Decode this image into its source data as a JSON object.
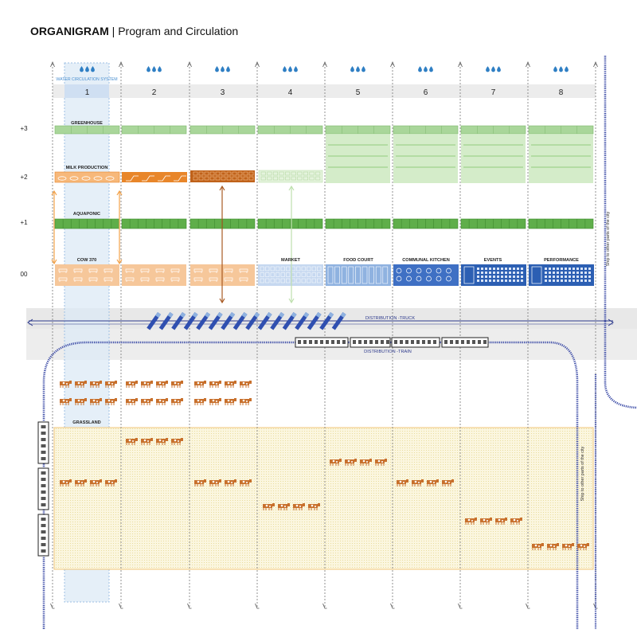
{
  "title": {
    "main": "ORGANIGRAM",
    "separator": "|",
    "sub": "Program and Circulation"
  },
  "water_system_label": "WATER CIRCULATION SYSTEM",
  "columns": [
    "1",
    "2",
    "3",
    "4",
    "5",
    "6",
    "7",
    "8"
  ],
  "levels": [
    "+3",
    "+2",
    "+1",
    "00"
  ],
  "programs": {
    "greenhouse": "GREENHOUSE",
    "milk_production": "MILK PRODUCTION",
    "aquaponic": "AQUAPONIC",
    "cow": "COW 370",
    "market": "MARKET",
    "food_court": "FOOD COURT",
    "communal_kitchen": "COMMUNAL KITCHEN",
    "events": "EVENTS",
    "performance": "PERFORMANCE",
    "grassland": "GRASSLAND"
  },
  "distribution": {
    "truck": "DISTRIBUTION -TRUCK",
    "train": "DISTRIBUTION -TRAIN"
  },
  "ship_label": "Ship to other parts of the city",
  "colors": {
    "water_blue": "#2f7fc4",
    "greenhouse_green": "#a9d69a",
    "aquaponic_green": "#5fae4a",
    "milk_orange": "#e8862a",
    "cow_orange": "#f6c79a",
    "market_blue": "#c6d8f0",
    "food_court_blue": "#8fb2e0",
    "kitchen_blue": "#3f70c4",
    "events_blue": "#2c5fb3",
    "truck_navy": "#2d3a8c",
    "grassland_yellow": "#fbf5dc"
  },
  "icons": [
    "water-drops-icon",
    "cow-icon",
    "truck-icon",
    "train-icon",
    "arrow-icon"
  ]
}
